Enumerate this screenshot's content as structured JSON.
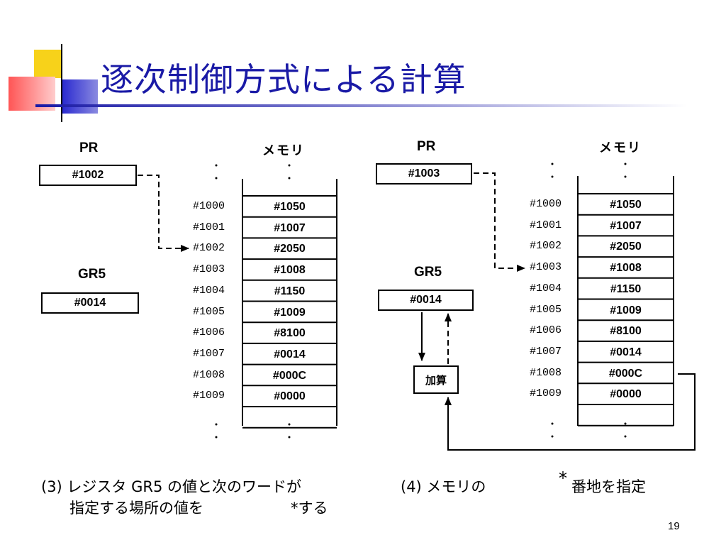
{
  "slide": {
    "title": "逐次制御方式による計算",
    "page_number": "19"
  },
  "panel3": {
    "pr_label": "PR",
    "pr_value": "#1002",
    "gr5_label": "GR5",
    "gr5_value": "#0014",
    "memory_label": "メモリ",
    "addresses": [
      "#1000",
      "#1001",
      "#1002",
      "#1003",
      "#1004",
      "#1005",
      "#1006",
      "#1007",
      "#1008",
      "#1009"
    ],
    "values": [
      "#1050",
      "#1007",
      "#2050",
      "#1008",
      "#1150",
      "#1009",
      "#8100",
      "#0014",
      "#000C",
      "#0000"
    ],
    "caption_line1": "(3) レジスタ GR5 の値と次のワードが",
    "caption_line2": "指定する場所の値を",
    "caption_star": "*する"
  },
  "panel4": {
    "pr_label": "PR",
    "pr_value": "#1003",
    "gr5_label": "GR5",
    "gr5_value": "#0014",
    "adder_label": "加算",
    "memory_label": "メモリ",
    "addresses": [
      "#1000",
      "#1001",
      "#1002",
      "#1003",
      "#1004",
      "#1005",
      "#1006",
      "#1007",
      "#1008",
      "#1009"
    ],
    "values": [
      "#1050",
      "#1007",
      "#2050",
      "#1008",
      "#1150",
      "#1009",
      "#8100",
      "#0014",
      "#000C",
      "#0000"
    ],
    "caption_line1": "(4) メモリの",
    "caption_star": "*",
    "caption_rest": "番地を指定"
  }
}
